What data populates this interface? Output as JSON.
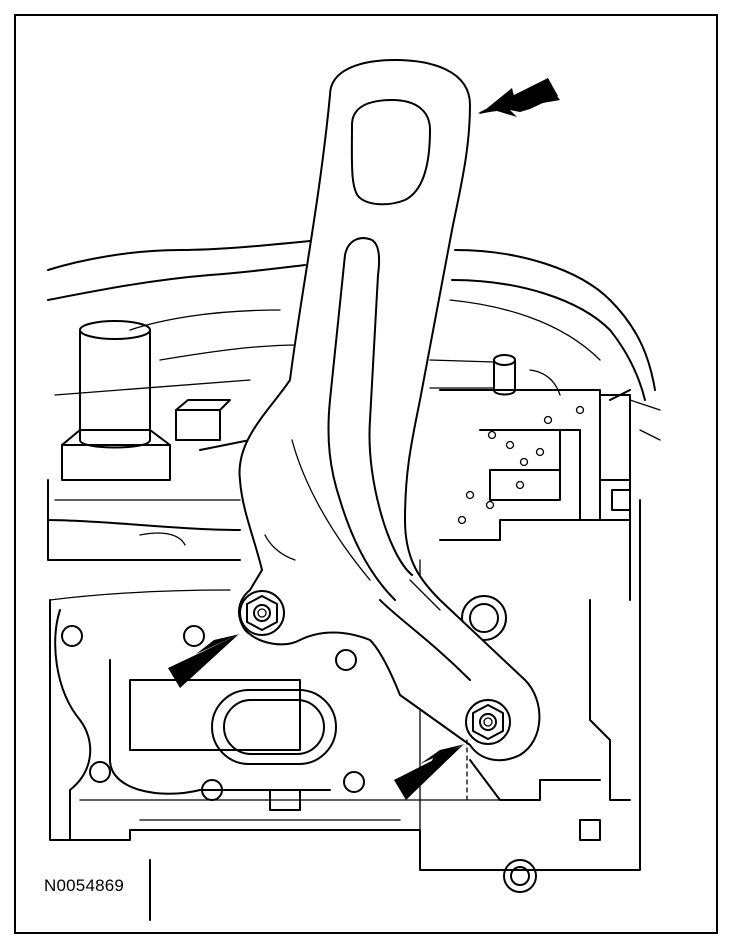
{
  "figure": {
    "reference_number": "N0054869"
  },
  "colors": {
    "line": "#000000",
    "background": "#ffffff"
  },
  "callouts": [
    {
      "name": "arrow-bracket-top",
      "icon": "arrow-icon"
    },
    {
      "name": "arrow-bolt-left",
      "icon": "arrow-icon"
    },
    {
      "name": "arrow-bolt-right",
      "icon": "arrow-icon"
    }
  ]
}
